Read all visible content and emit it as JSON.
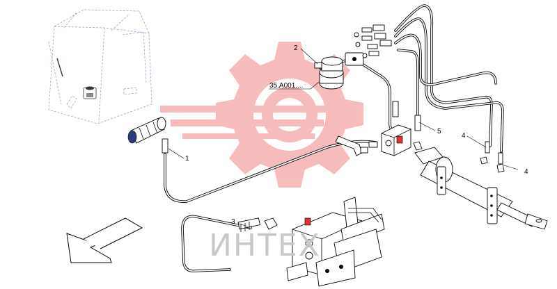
{
  "diagram": {
    "callouts": [
      {
        "id": "c1",
        "text": "1"
      },
      {
        "id": "c2",
        "text": "2"
      },
      {
        "id": "c3",
        "text": "3"
      },
      {
        "id": "c4a",
        "text": "4"
      },
      {
        "id": "c4b",
        "text": "4"
      },
      {
        "id": "c5",
        "text": "5"
      }
    ],
    "reference": "35.A001....",
    "watermark": "ИНТЕХ",
    "colors": {
      "watermark_gear": "#f4a6a6",
      "watermark_text": "#c8c8c8",
      "cab_outline": "#9aa6c8",
      "lines": "#000000"
    }
  }
}
